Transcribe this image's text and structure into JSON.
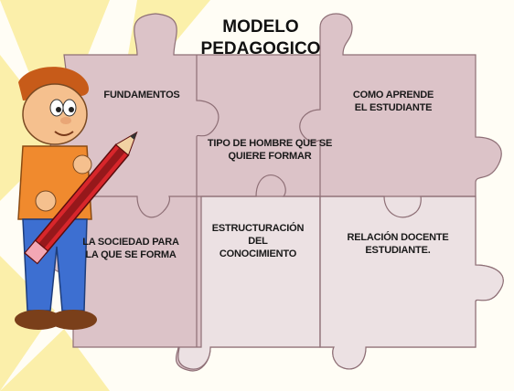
{
  "title": [
    "MODELO",
    "PEDAGOGICO"
  ],
  "pieces": {
    "fundamentos": [
      "FUNDAMENTOS"
    ],
    "como_aprende": [
      "COMO APRENDE",
      "EL ESTUDIANTE"
    ],
    "tipo_hombre": [
      "TIPO DE HOMBRE QUE SE",
      "QUIERE FORMAR"
    ],
    "sociedad": [
      "LA SOCIEDAD PARA",
      "LA QUE SE FORMA"
    ],
    "estructuracion": [
      "ESTRUCTURACIÓN",
      "DEL",
      "CONOCIMIENTO"
    ],
    "relacion": [
      "RELACIÓN DOCENTE",
      "ESTUDIANTE."
    ]
  },
  "colors": {
    "puzzle_fill": "#dcc3c8",
    "puzzle_fill_light": "#ece1e3",
    "puzzle_stroke": "#8e6f76",
    "background_rays": "#fbeea2"
  }
}
